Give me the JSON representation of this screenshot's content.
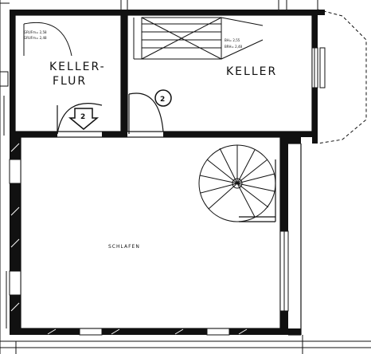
{
  "rooms": {
    "keller_flur_line1": "KELLER-",
    "keller_flur_line2": "FLUR",
    "keller": "KELLER",
    "schlafen": "SCHLAFEN"
  },
  "markers": {
    "door_marker_right": "2",
    "door_marker_left": "2"
  },
  "annotations": {
    "flur_area_1": "GRUFm= 2,58",
    "flur_area_2": "GRUFm= 2,48",
    "keller_area_1": "BH= 2,55",
    "keller_area_2": "BRH= 2,48"
  },
  "colors": {
    "ink": "#111111",
    "paper": "#ffffff"
  }
}
